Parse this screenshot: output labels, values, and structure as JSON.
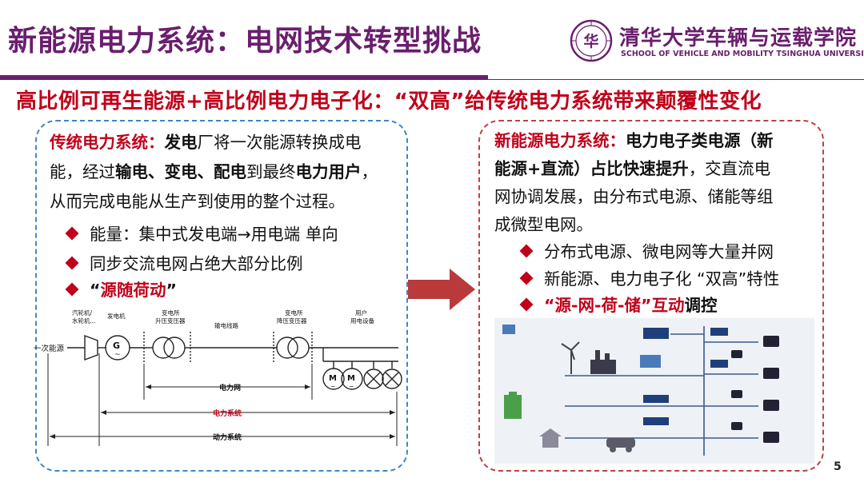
{
  "title": "新能源电力系统：电网技术转型挑战",
  "logo": {
    "seal_text": "华",
    "cn": "清华大学车辆与运载学院",
    "en": "SCHOOL OF VEHICLE AND MOBILITY TSINGHUA UNIVERSITY"
  },
  "headline": "高比例可再生能源+高比例电力电子化：“双高”给传统电力系统带来颠覆性变化",
  "left": {
    "p1_label": "传统电力系统：",
    "p1_a": "发电",
    "p1_b": "厂将一次能源转换成电",
    "p2_a": "能，经过",
    "p2_b": "输电、变电、配电",
    "p2_c": "到最终",
    "p2_d": "电力用户",
    "p2_e": "，",
    "p3": "从而完成电能从生产到使用的整个过程。",
    "bullets": [
      "能量：集中式发电端→用电端 单向",
      "同步交流电网占绝大部分比例"
    ],
    "bullet3_open": "“",
    "bullet3_red": "源随荷动",
    "bullet3_close": "”"
  },
  "diagram": {
    "primary_energy": "一次能源",
    "turbine": "汽轮机/",
    "turbine2": "水轮机...",
    "generator": "发电机",
    "step_up_1": "变电所",
    "step_up_2": "升压变压器",
    "line": "输电线路",
    "step_down_1": "变电所",
    "step_down_2": "降压变压器",
    "user_1": "用户",
    "user_2": "用电设备",
    "g": "G",
    "tilde": "~",
    "m": "M",
    "span_grid": "电力网",
    "span_power": "电力系统",
    "span_dynamic": "动力系统"
  },
  "right": {
    "p1_label": "新能源电力系统：",
    "p1_b": "电力电子类电源（新",
    "p2_a": "能源+直流）占比快速提升",
    "p2_b": "，交直流电",
    "p3": "网协调发展，由分布式电源、储能等组",
    "p4": "成微型电网。",
    "bullets": [
      "分布式电源、微电网等大量并网",
      "新能源、电力电子化 “双高”特性"
    ],
    "bullet3_red": "“源-网-荷-储”互动",
    "bullet3_b": "调控"
  },
  "page_number": "5",
  "colors": {
    "purple": "#6a1e6e",
    "red": "#c0001a",
    "blue_dash": "#3f86c4",
    "red_dash": "#c04040",
    "arrow": "#b83a3a"
  }
}
